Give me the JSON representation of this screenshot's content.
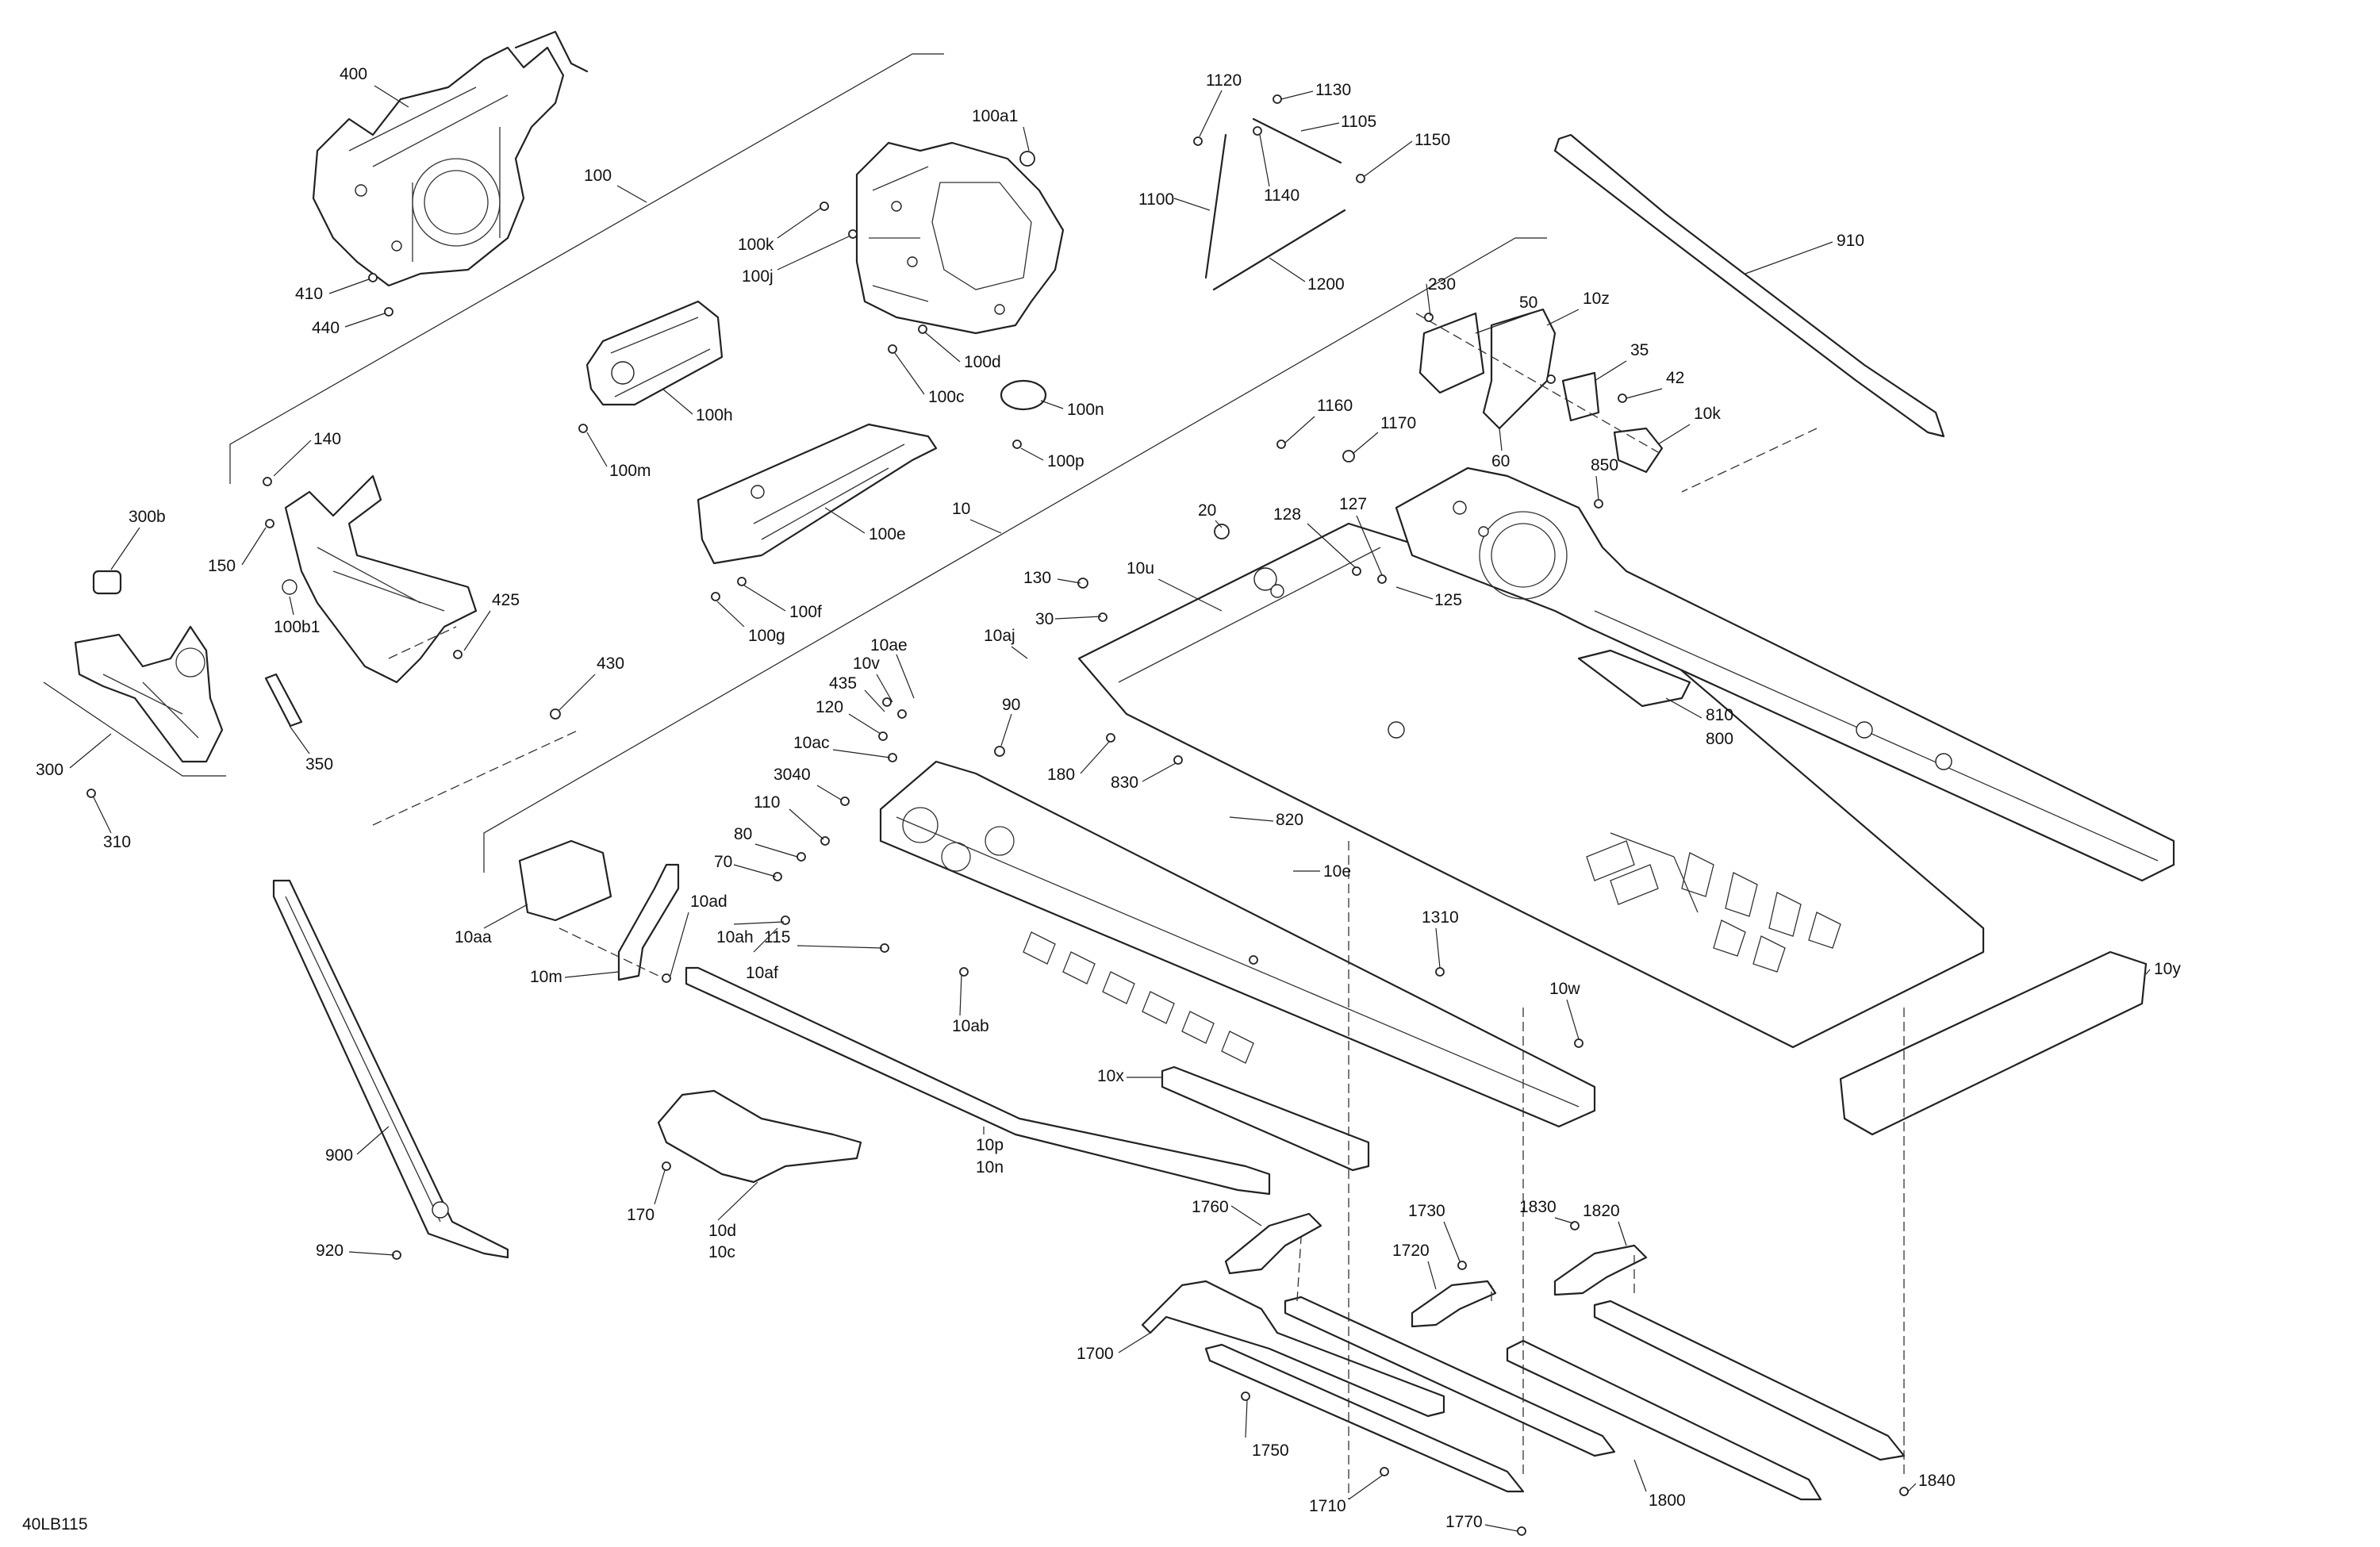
{
  "drawing_id": "40LB115",
  "callouts": [
    "10",
    "10aa",
    "10ab",
    "10ac",
    "10ad",
    "10ae",
    "10af",
    "10ah",
    "10aj",
    "10c",
    "10d",
    "10e",
    "10k",
    "10m",
    "10n",
    "10p",
    "10u",
    "10v",
    "10w",
    "10x",
    "10y",
    "10z",
    "20",
    "30",
    "35",
    "42",
    "50",
    "60",
    "70",
    "80",
    "90",
    "100",
    "100a1",
    "100b1",
    "100c",
    "100d",
    "100e",
    "100f",
    "100g",
    "100h",
    "100j",
    "100k",
    "100m",
    "100n",
    "100p",
    "110",
    "115",
    "120",
    "125",
    "127",
    "128",
    "130",
    "140",
    "150",
    "170",
    "180",
    "230",
    "300",
    "300b",
    "310",
    "350",
    "400",
    "410",
    "425",
    "430",
    "435",
    "440",
    "800",
    "810",
    "820",
    "830",
    "850",
    "900",
    "910",
    "920",
    "1100",
    "1105",
    "1120",
    "1130",
    "1140",
    "1150",
    "1160",
    "1170",
    "1200",
    "1310",
    "1700",
    "1710",
    "1720",
    "1730",
    "1750",
    "1760",
    "1770",
    "1800",
    "1820",
    "1830",
    "1840",
    "3040"
  ],
  "colors": {
    "line": "#222222",
    "background": "#ffffff"
  }
}
